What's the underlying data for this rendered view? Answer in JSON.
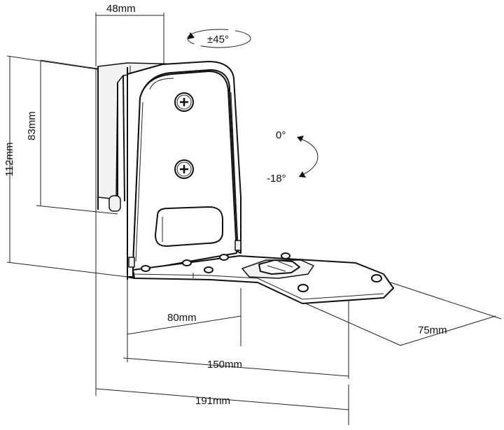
{
  "dimensions": {
    "top_width": "48mm",
    "swivel": "±45°",
    "total_height": "112mm",
    "plate_height": "83mm",
    "tilt_top": "0°",
    "tilt_bottom": "-18°",
    "base_inner": "80mm",
    "depth": "75mm",
    "base_mid": "150mm",
    "total_length": "191mm"
  },
  "colors": {
    "line": "#111111",
    "background": "#ffffff"
  }
}
